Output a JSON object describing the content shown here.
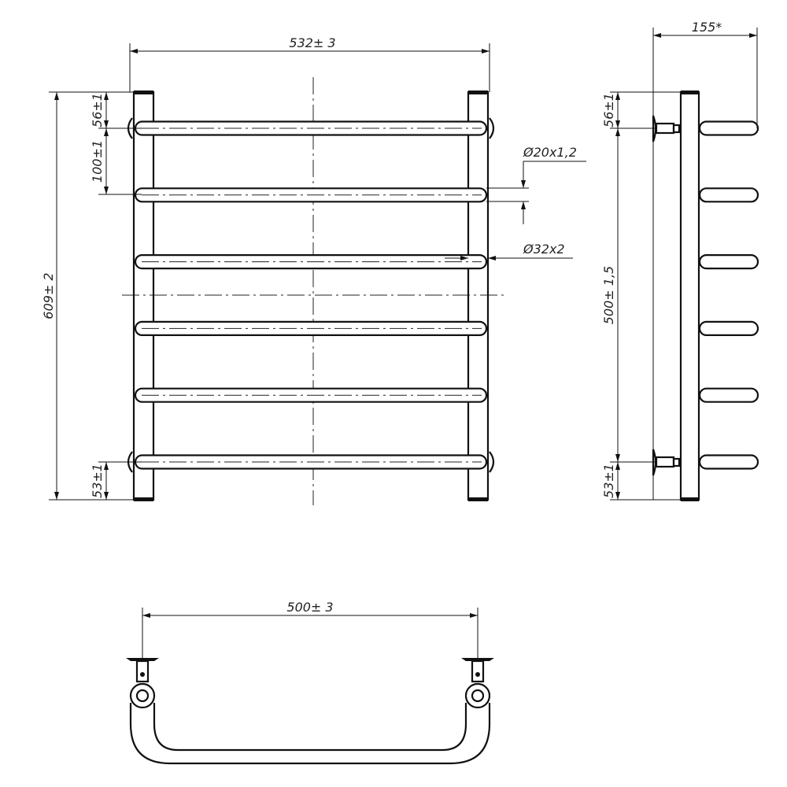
{
  "front_view": {
    "width_dim": "532± 3",
    "height_dim": "609± 2",
    "top_offset_dim": "56±1",
    "spacing_dim": "100±1",
    "bottom_offset_dim": "53±1",
    "rung_pipe_dim": "Ø20x1,2",
    "post_pipe_dim": "Ø32x2",
    "rung_count": 6
  },
  "side_view": {
    "depth_dim": "155*",
    "mount_distance_dim": "500± 1,5",
    "top_offset_dim": "56±1",
    "bottom_offset_dim": "53±1"
  },
  "bottom_view": {
    "mount_width_dim": "500± 3"
  }
}
